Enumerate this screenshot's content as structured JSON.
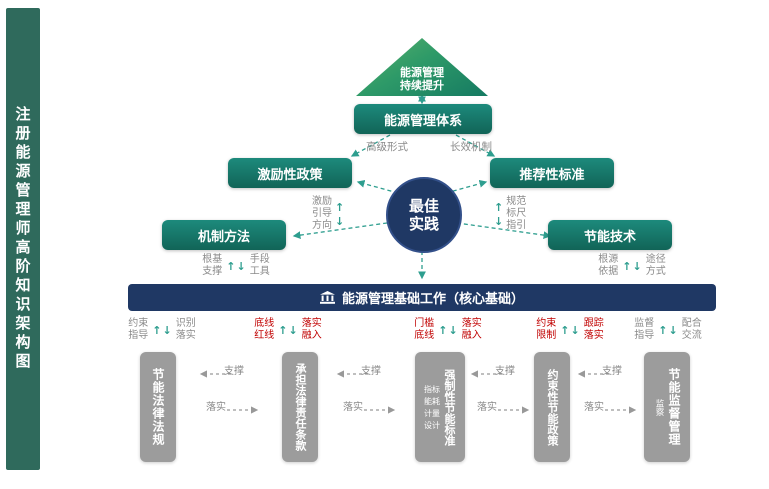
{
  "sidebar": {
    "title": "注册能源管理师高阶知识架构图"
  },
  "top": {
    "pyramid": "能源管理\n持续提升",
    "system": "能源管理体系",
    "form_label": "高级形式",
    "mechanism_label": "长效机制"
  },
  "mid": {
    "incentive": "激励性政策",
    "recommend": "推荐性标准",
    "center": "最佳\n实践",
    "method": "机制方法",
    "tech": "节能技术",
    "left_vertical": "激励\n引导\n方向",
    "right_vertical": "规范\n标尺\n指引",
    "method_sub_left": "根基\n支撑",
    "method_sub_right": "手段\n工具",
    "tech_sub_left": "根源\n依据",
    "tech_sub_right": "途径\n方式"
  },
  "bar": {
    "label": "能源管理基础工作（核心基础）"
  },
  "arrows": {
    "up": "↑",
    "down": "↓"
  },
  "link_labels": [
    {
      "left": "约束\n指导",
      "right": "识别\n落实"
    },
    {
      "left": "底线\n红线",
      "right": "落实\n融入"
    },
    {
      "left": "门槛\n底线",
      "right": "落实\n融入"
    },
    {
      "left": "约束\n限制",
      "right": "跟踪\n落实"
    },
    {
      "left": "监督\n指导",
      "right": "配合\n交流"
    }
  ],
  "pillars": [
    {
      "label": "节能法律法规"
    },
    {
      "label": "承担法律责任条款"
    },
    {
      "label": "强制性节能标准",
      "subs": [
        "指标",
        "能耗",
        "计量",
        "设计"
      ]
    },
    {
      "label": "约束性节能政策"
    },
    {
      "label": "节能监督管理",
      "sub": "监察"
    }
  ],
  "gaps": {
    "support": "支撑",
    "implement": "落实"
  },
  "colors": {
    "sidebar": "#2F6A5C",
    "teal": "#17786C",
    "navy": "#1F3864",
    "gray_box": "#9C9C9C",
    "red_text": "#C00000",
    "gray_text": "#8A8A8A",
    "connector": "#2E9E8F"
  }
}
